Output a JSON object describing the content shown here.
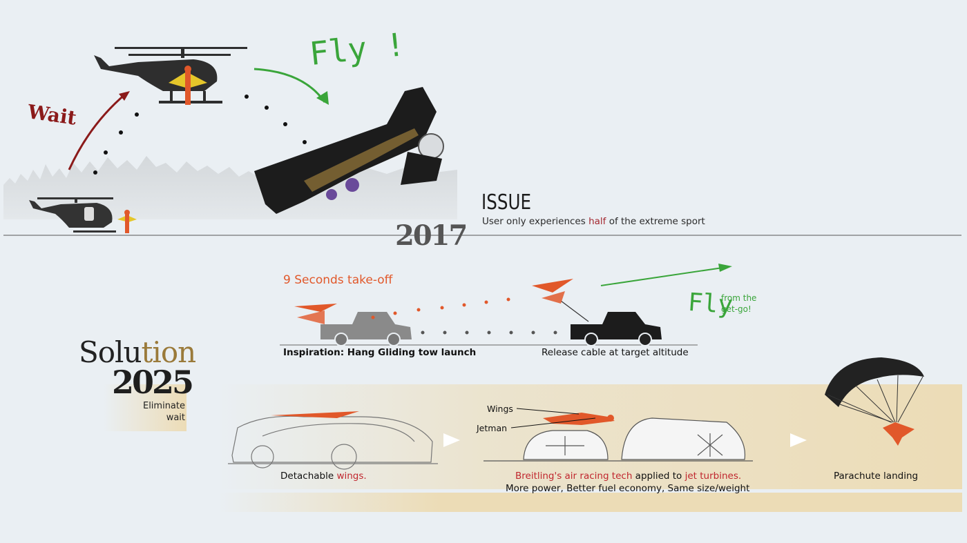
{
  "issue": {
    "title": "ISSUE",
    "subtitle_pre": "User only experiences ",
    "subtitle_highlight": "half",
    "subtitle_post": " of the extreme sport",
    "year": "2017"
  },
  "phase1": {
    "wait_label": "Wait",
    "fly_label": "Fly !"
  },
  "inspiration": {
    "takeoff_label": "9 Seconds take-off",
    "fly_label": "Fly",
    "fly_sub": "from the get-go!",
    "left_caption": "Inspiration: Hang Gliding tow launch",
    "right_caption": "Release cable at target altitude"
  },
  "solution": {
    "title_dark": "Solu",
    "title_gold": "tion",
    "year": "2025",
    "tagline": "Eliminate wait"
  },
  "steps": {
    "step1_pre": "Detachable ",
    "step1_highlight": "wings.",
    "step2_line1_a": "Breitling's air racing tech",
    "step2_line1_b": " applied to ",
    "step2_line1_c": "jet turbines.",
    "step2_line2": "More power, Better fuel economy, Same size/weight",
    "step3": "Parachute landing",
    "wings_label": "Wings",
    "jetman_label": "Jetman"
  },
  "colors": {
    "background": "#eaeff3",
    "accent_orange": "#e1582a",
    "accent_red": "#a3262e",
    "accent_green": "#3aa53a",
    "band_tan": "#ecdcb6",
    "gold": "#9a7a3a"
  }
}
